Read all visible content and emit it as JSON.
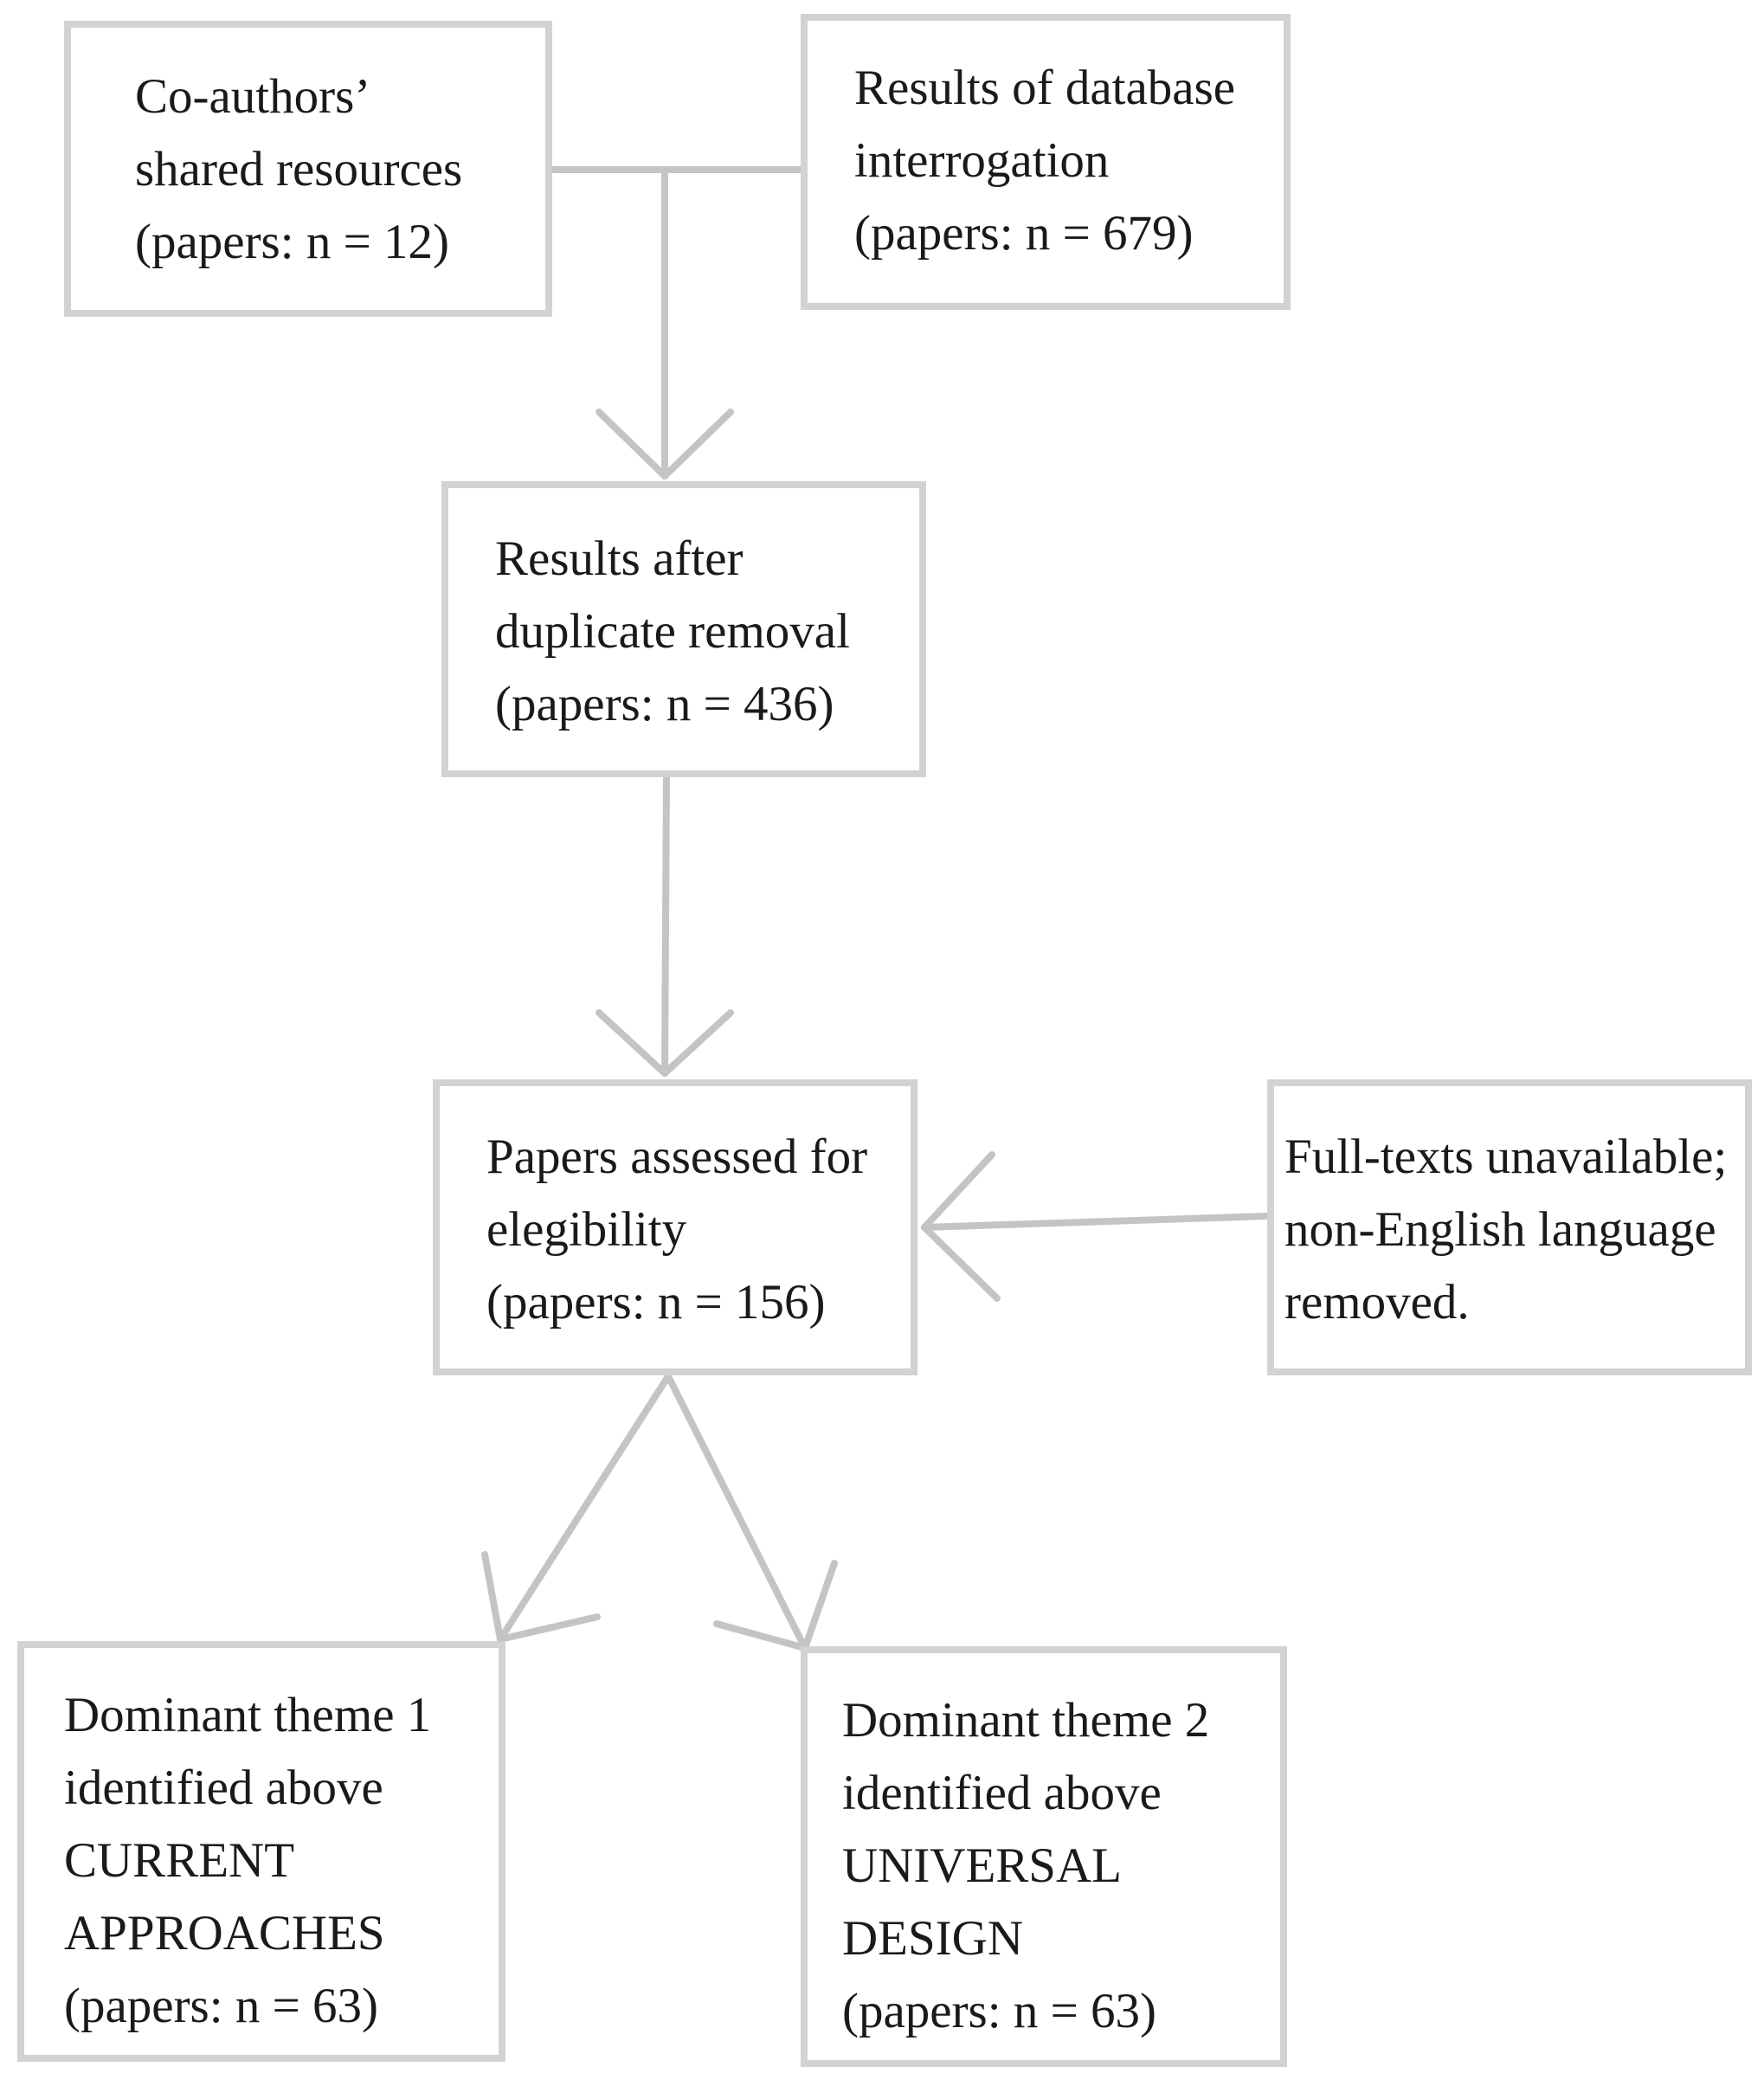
{
  "boxes": {
    "coauthors": {
      "lines": [
        "Co-authors’",
        "shared resources",
        "(papers: n = 12)"
      ]
    },
    "database": {
      "lines": [
        "Results of database",
        "interrogation",
        "(papers: n = 679)"
      ]
    },
    "dedup": {
      "lines": [
        "Results after",
        "duplicate removal",
        "(papers: n = 436)"
      ]
    },
    "assessed": {
      "lines": [
        "Papers assessed for",
        "elegibility",
        "(papers: n = 156)"
      ]
    },
    "excluded": {
      "lines": [
        "Full-texts unavailable;",
        "non-English language",
        "removed."
      ]
    },
    "theme1": {
      "lines": [
        "Dominant theme 1",
        "identified above",
        "CURRENT",
        "APPROACHES",
        "(papers: n = 63)"
      ]
    },
    "theme2": {
      "lines": [
        "Dominant theme 2",
        "identified above",
        "UNIVERSAL",
        "DESIGN",
        "(papers: n = 63)"
      ]
    }
  },
  "colors": {
    "box_border": "#d2d2d2",
    "connector": "#c4c4c4",
    "text": "#1a1a1a"
  }
}
